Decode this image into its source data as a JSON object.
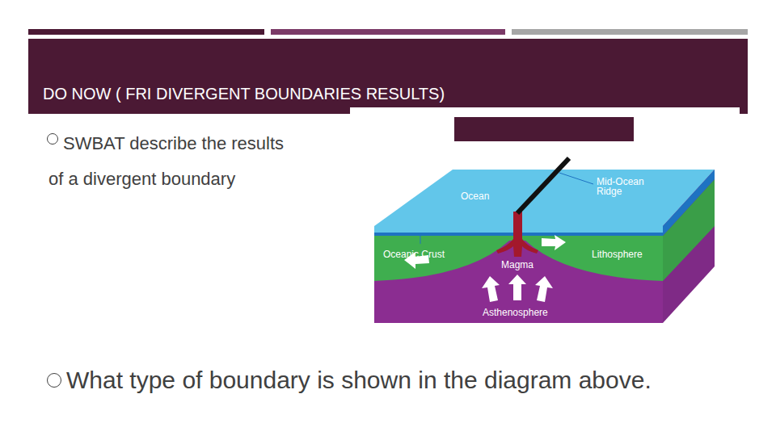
{
  "diagram": {
    "title": "DO NOW ( FRI DIVERGENT BOUNDARIES RESULTS)",
    "labels": [
      "SWBAT describe the results of a divergent boundary",
      "What type of boundary is shown in the diagram above.",
      "Ocean",
      "Mid-Ocean Ridge",
      "Oceanic Crust",
      "Magma",
      "Lithosphere",
      "Asthenosphere"
    ]
  }
}
